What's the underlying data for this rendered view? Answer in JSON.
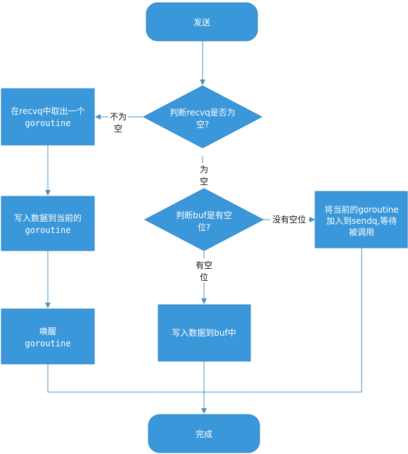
{
  "colors": {
    "node_fill": "#3a97d9",
    "node_stroke": "#2f86c6",
    "edge": "#4a90c4",
    "text_on_node": "#ffffff",
    "edge_label": "#111111"
  },
  "nodes": {
    "start": {
      "lines": [
        "发送"
      ]
    },
    "recvq_check": {
      "lines": [
        "判断recvq是否为",
        "空?"
      ]
    },
    "take_recvq": {
      "lines": [
        "在recvq中取出一个",
        "goroutine"
      ]
    },
    "write_current": {
      "lines": [
        "写入数据到当前的",
        "goroutine"
      ]
    },
    "wake": {
      "lines": [
        "唤醒",
        "goroutine"
      ]
    },
    "buf_check": {
      "lines": [
        "判断buf是有空",
        "位?"
      ]
    },
    "write_buf": {
      "lines": [
        "写入数据到buf中"
      ]
    },
    "enqueue_sendq": {
      "lines": [
        "将当前的goroutine",
        "加入到sendq,等待",
        "被调用"
      ]
    },
    "end": {
      "lines": [
        "完成"
      ]
    }
  },
  "edge_labels": {
    "not_empty": [
      "不为",
      "空"
    ],
    "empty": [
      "为",
      "空"
    ],
    "has_space": [
      "有空",
      "位"
    ],
    "no_space": [
      "没有空位"
    ]
  }
}
